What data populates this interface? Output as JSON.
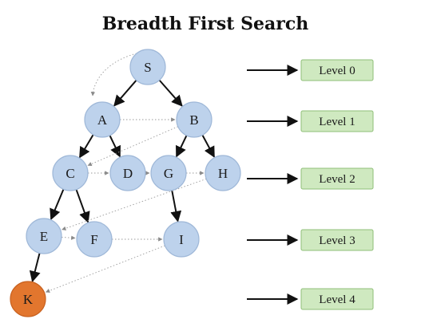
{
  "title": "Breadth First Search",
  "colors": {
    "node_fill": "#bdd2ec",
    "node_stroke": "#9fb8d8",
    "target_fill": "#e2762e",
    "target_stroke": "#c8611f",
    "level_fill": "#cfe9c0",
    "level_stroke": "#8fbf78"
  },
  "nodes": [
    {
      "id": "S",
      "label": "S"
    },
    {
      "id": "A",
      "label": "A"
    },
    {
      "id": "B",
      "label": "B"
    },
    {
      "id": "C",
      "label": "C"
    },
    {
      "id": "D",
      "label": "D"
    },
    {
      "id": "G",
      "label": "G"
    },
    {
      "id": "H",
      "label": "H"
    },
    {
      "id": "E",
      "label": "E"
    },
    {
      "id": "F",
      "label": "F"
    },
    {
      "id": "I",
      "label": "I"
    },
    {
      "id": "K",
      "label": "K",
      "target": true
    }
  ],
  "edges": [
    {
      "from": "S",
      "to": "A"
    },
    {
      "from": "S",
      "to": "B"
    },
    {
      "from": "A",
      "to": "C"
    },
    {
      "from": "A",
      "to": "D"
    },
    {
      "from": "B",
      "to": "G"
    },
    {
      "from": "B",
      "to": "H"
    },
    {
      "from": "C",
      "to": "E"
    },
    {
      "from": "C",
      "to": "F"
    },
    {
      "from": "G",
      "to": "I"
    },
    {
      "from": "E",
      "to": "K"
    }
  ],
  "traversal": [
    {
      "from": "S",
      "to": "A"
    },
    {
      "from": "A",
      "to": "B"
    },
    {
      "from": "B",
      "to": "C"
    },
    {
      "from": "C",
      "to": "D"
    },
    {
      "from": "D",
      "to": "G"
    },
    {
      "from": "G",
      "to": "H"
    },
    {
      "from": "H",
      "to": "E"
    },
    {
      "from": "E",
      "to": "F"
    },
    {
      "from": "F",
      "to": "I"
    },
    {
      "from": "I",
      "to": "K"
    }
  ],
  "levels": [
    {
      "label": "Level 0"
    },
    {
      "label": "Level 1"
    },
    {
      "label": "Level 2"
    },
    {
      "label": "Level 3"
    },
    {
      "label": "Level 4"
    }
  ]
}
